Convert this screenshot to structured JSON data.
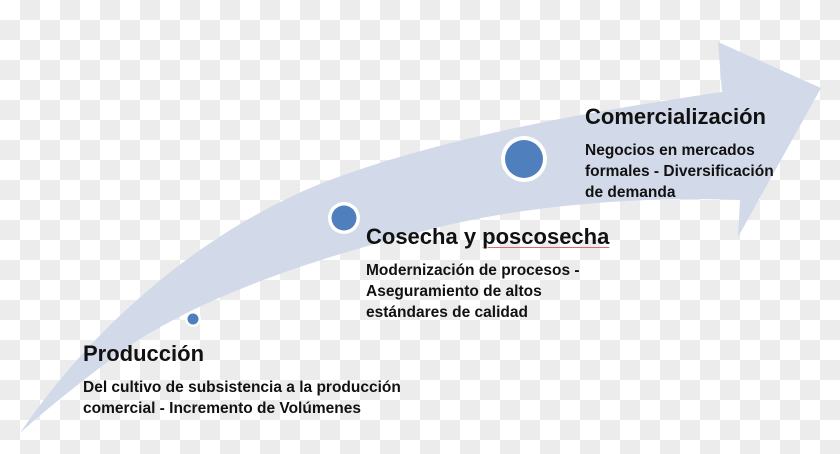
{
  "diagram": {
    "type": "curved-arrow-process",
    "colors": {
      "arrow_fill": "#d2d9e8",
      "node_fill": "#4f7fbd",
      "node_ring": "#ffffff",
      "text": "#111111",
      "spellcheck_underline": "#e06b6b"
    },
    "stages": [
      {
        "title": "Producción",
        "description_lines": [
          "Del cultivo de subsistencia a la producción",
          "comercial - Incremento de Volúmenes"
        ],
        "node_size": "small"
      },
      {
        "title_part1": "Cosecha y ",
        "title_part2": "poscosecha",
        "description_lines": [
          "Modernización de procesos -",
          "Aseguramiento de altos",
          "estándares de calidad"
        ],
        "node_size": "medium"
      },
      {
        "title": "Comercialización",
        "description_lines": [
          "Negocios en mercados",
          "formales - Diversificación",
          "de demanda"
        ],
        "node_size": "large"
      }
    ]
  }
}
